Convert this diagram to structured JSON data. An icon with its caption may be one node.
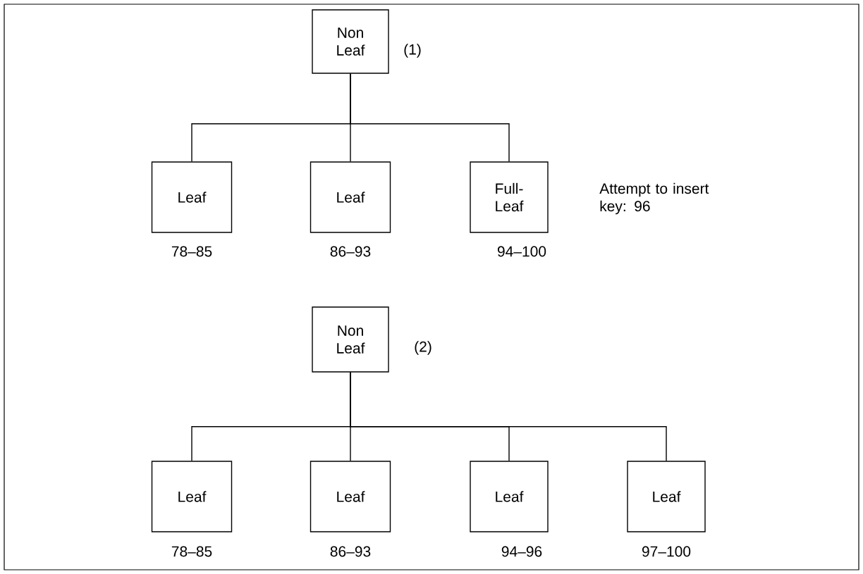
{
  "diagram": {
    "nodes": [
      {
        "text": [
          "Non Leaf"
        ],
        "beside": [
          "(1)"
        ]
      },
      {
        "text": [
          "Leaf"
        ],
        "beside": [
          "78–85"
        ]
      },
      {
        "text": [
          "Leaf"
        ],
        "beside": [
          "86–93"
        ]
      },
      {
        "text": [
          "Full-Leaf"
        ],
        "beside": [
          "94–100"
        ]
      },
      {
        "text": [
          "Non Leaf"
        ],
        "beside": [
          "(2)"
        ]
      },
      {
        "text": [
          "Leaf"
        ],
        "beside": [
          "78–85"
        ]
      },
      {
        "text": [
          "Leaf"
        ],
        "beside": [
          "86–93"
        ]
      },
      {
        "text": [
          "Leaf"
        ],
        "beside": [
          "94–96"
        ]
      },
      {
        "text": [
          "Leaf"
        ],
        "beside": [
          "97–100"
        ]
      }
    ],
    "edges": [
      {
        "from": 0,
        "to": 1,
        "arrow": "none"
      },
      {
        "from": 0,
        "to": 2,
        "arrow": "none"
      },
      {
        "from": 0,
        "to": 3,
        "arrow": "none"
      },
      {
        "from": 4,
        "to": 5,
        "arrow": "none"
      },
      {
        "from": 4,
        "to": 6,
        "arrow": "none"
      },
      {
        "from": 4,
        "to": 7,
        "arrow": "none"
      },
      {
        "from": 4,
        "to": 8,
        "arrow": "none"
      }
    ],
    "labels": [
      "Attempt to insert key: 96"
    ]
  }
}
